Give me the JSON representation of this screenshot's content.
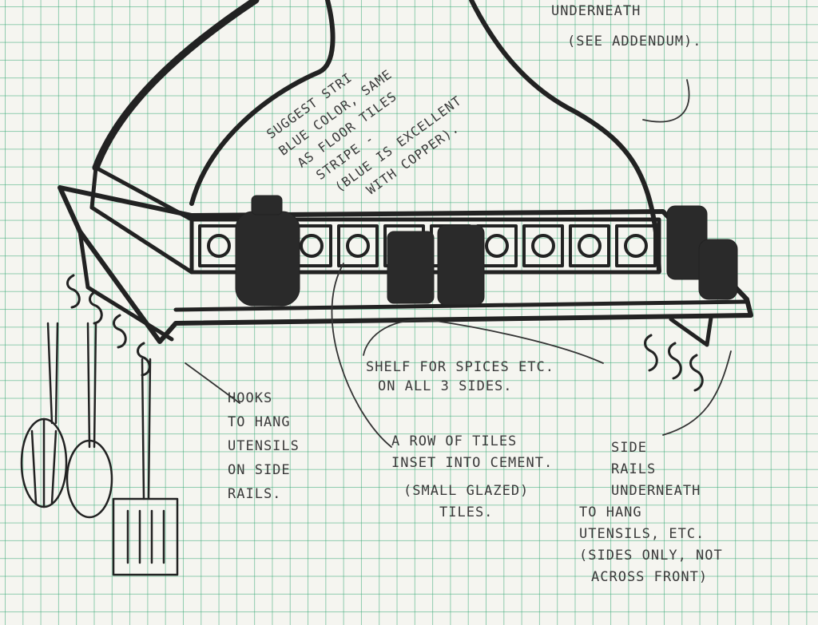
{
  "colors": {
    "ink": "#222222",
    "grid": "#3caa78",
    "paper": "#f5f5f0"
  },
  "notes": {
    "addendum": [
      "UNDERNEATH",
      "(SEE ADDENDUM)."
    ],
    "stripe": [
      "SUGGEST STRI",
      "BLUE COLOR, SAME",
      "AS FLOOR TILES",
      "STRIPE -",
      "(BLUE IS EXCELLENT",
      "WITH COPPER)."
    ],
    "shelf": [
      "SHELF FOR SPICES ETC.",
      "ON ALL 3 SIDES."
    ],
    "hooks": [
      "HOOKS",
      "TO HANG",
      "UTENSILS",
      "ON SIDE",
      "RAILS."
    ],
    "tiles": [
      "A ROW OF TILES",
      "INSET INTO CEMENT.",
      "(SMALL GLAZED)",
      "TILES."
    ],
    "rails": [
      "SIDE",
      "RAILS",
      "UNDERNEATH",
      "TO HANG",
      "UTENSILS, ETC.",
      "(SIDES ONLY, NOT",
      "ACROSS FRONT)"
    ]
  }
}
